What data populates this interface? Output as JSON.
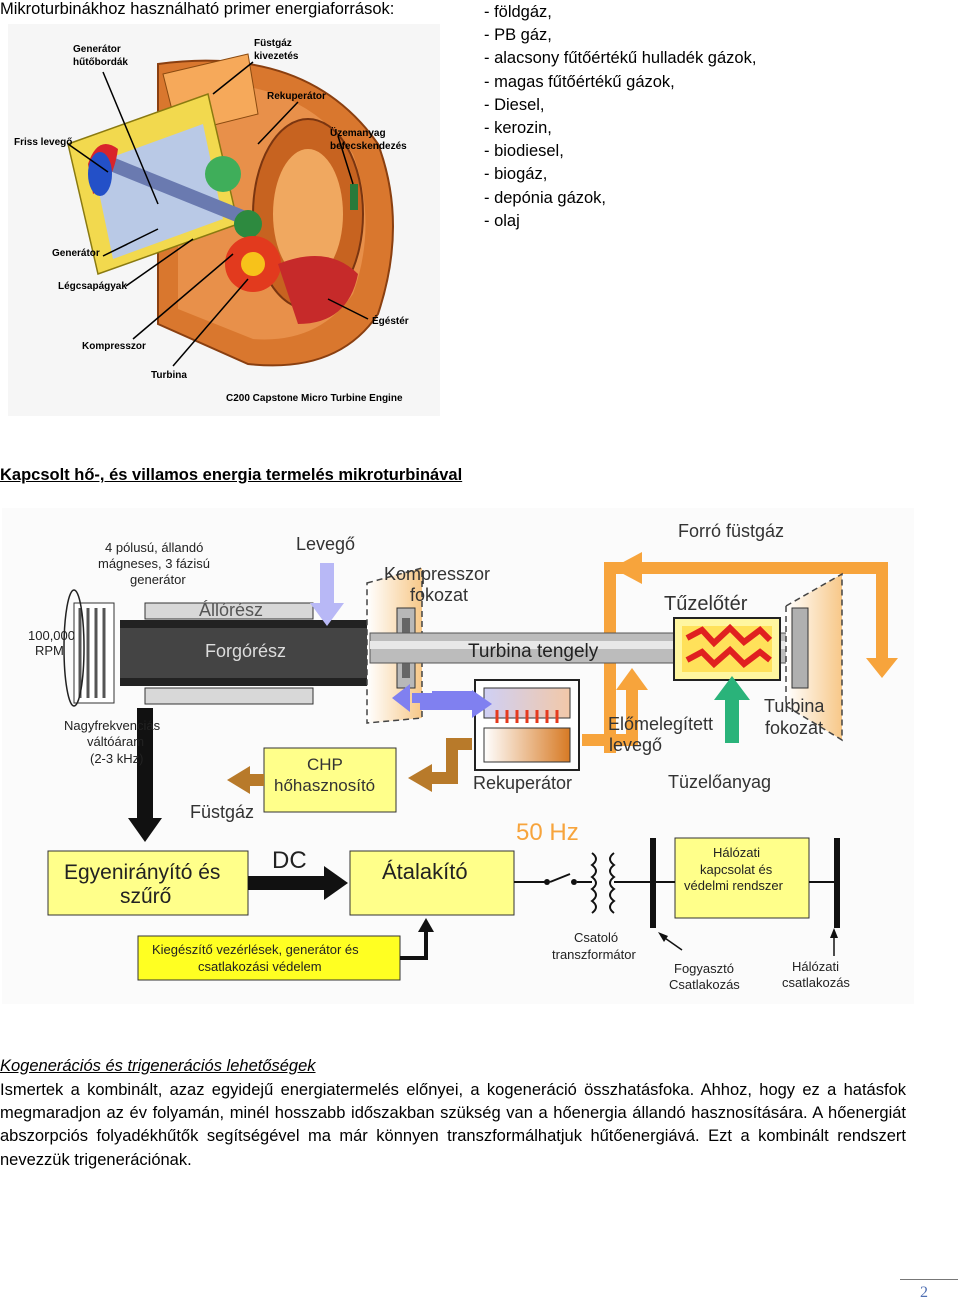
{
  "header": {
    "label": "Mikroturbinákhoz használható primer energiaforrások:"
  },
  "fuels": [
    "- földgáz,",
    "- PB gáz,",
    "- alacsony fűtőértékű hulladék gázok,",
    "- magas fűtőértékű gázok,",
    "- Diesel,",
    "- kerozin,",
    "- biodiesel,",
    "- biogáz,",
    "- depónia gázok,",
    "- olaj"
  ],
  "turbine_figure": {
    "labels": {
      "generator_fins": [
        "Generátor",
        "hűtőbordák"
      ],
      "exhaust_outlet": [
        "Füstgáz",
        "kivezetés"
      ],
      "recuperator": "Rekuperátor",
      "fresh_air": "Friss levegő",
      "fuel_injection": [
        "Üzemanyag",
        "befecskendezés"
      ],
      "generator": "Generátor",
      "air_bearings": "Légcsapágyak",
      "combustor": "Égéstér",
      "compressor": "Kompresszor",
      "turbine": "Turbina",
      "caption": "C200 Capstone Micro Turbine Engine"
    }
  },
  "section1_title": "Kapcsolt hő-, és villamos energia termelés mikroturbinával",
  "diagram": {
    "magnets": [
      "4 pólusú, állandó",
      "mágneses, 3 fázisú",
      "generátor"
    ],
    "air": "Levegő",
    "compressor_stage": [
      "Kompresszor",
      "fokozat"
    ],
    "hot_flue_gas": "Forró füstgáz",
    "combustor": "Tűzelőtér",
    "stator": "Állórész",
    "rotor": "Forgórész",
    "rpm": [
      "100,000",
      "RPM"
    ],
    "shaft": "Turbina tengely",
    "preheated_air": [
      "Előmelegített",
      "levegő"
    ],
    "turbine_stage": [
      "Turbina",
      "fokozat"
    ],
    "hf_current": [
      "Nagyfrekvenciás",
      "váltóáram",
      "(2-3 kHz)"
    ],
    "chp": [
      "CHP",
      "hőhasznosító"
    ],
    "recuperator": "Rekuperátor",
    "fuel": "Tüzelőanyag",
    "flue_gas": "Füstgáz",
    "rectifier": [
      "Egyenirányító és",
      "szűrő"
    ],
    "dc": "DC",
    "inverter": "Átalakító",
    "freq": "50 Hz",
    "grid_protection": [
      "Hálózati",
      "kapcsolat és",
      "védelmi rendszer"
    ],
    "control": [
      "Kiegészítő vezérlések, generátor és",
      "csatlakozási védelem"
    ],
    "transformer": [
      "Csatoló",
      "transzformátor"
    ],
    "consumer": [
      "Fogyasztó",
      "Csatlakozás"
    ],
    "grid": [
      "Hálózati",
      "csatlakozás"
    ]
  },
  "section2_title": "Kogenerációs és trigenerációs lehetőségek",
  "paragraph": "Ismertek a kombinált, azaz egyidejű energiatermelés előnyei, a kogeneráció összhatásfoka. Ahhoz, hogy ez a hatásfok megmaradjon az év folyamán, minél hosszabb időszakban szükség van a hőenergia állandó hasznosítására. A hőenergiát abszorpciós folyadékhűtők segítségével ma már könnyen transzformálhatjuk hűtőenergiává. Ezt a kombinált rendszert nevezzük trigenerációnak.",
  "page_number": "2",
  "colors": {
    "orange": "#f7a43c",
    "yellow_box": "#ffff8a",
    "blue": "#8080f0",
    "brown": "#b87a2a",
    "green": "#2ab37a",
    "red": "#e53a1e"
  }
}
